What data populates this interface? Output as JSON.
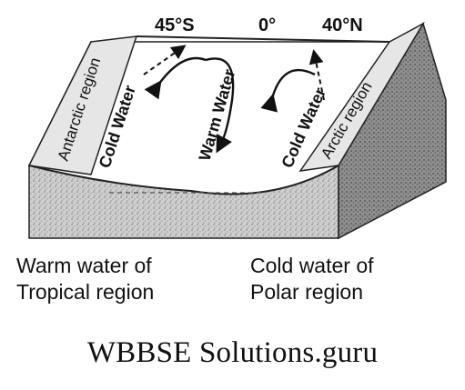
{
  "latitudes": {
    "south": "45°S",
    "equator": "0°",
    "north": "40°N"
  },
  "regions": {
    "antarctic": "Antarctic region",
    "arctic": "Arctic region"
  },
  "currents": {
    "cold_left": "Cold Water",
    "warm": "Warm Water",
    "cold_right": "Cold Water"
  },
  "bottom_labels": {
    "left_line1": "Warm water of",
    "left_line2": "Tropical region",
    "right_line1": "Cold water of",
    "right_line2": "Polar region"
  },
  "caption": "WBBSE Solutions.guru"
}
